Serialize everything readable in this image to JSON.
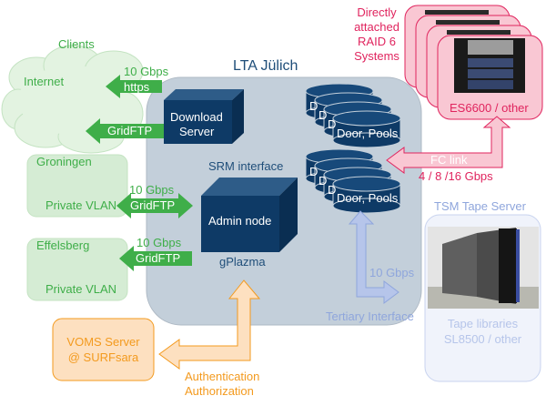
{
  "title": "LTA Jülich",
  "colors": {
    "green": "#3fae49",
    "light_green": "#d5ecd4",
    "navy": "#0e3a66",
    "lta_box": "#c3cfda",
    "pink": "#e0245e",
    "light_pink": "#f9c7d3",
    "blue": "#8fa6dc",
    "light_blue": "#b6c5ea",
    "orange": "#f39a1e",
    "light_orange": "#fde0c0"
  },
  "clients": {
    "heading": "Clients",
    "cloud_label": "Internet",
    "links": [
      {
        "speed": "10 Gbps",
        "protocol": "https"
      },
      {
        "protocol": "GridFTP"
      }
    ]
  },
  "sites": [
    {
      "name": "Groningen",
      "network": "Private VLAN",
      "speed": "10 Gbps",
      "protocol": "GridFTP",
      "direction": "bidirectional"
    },
    {
      "name": "Effelsberg",
      "network": "Private VLAN",
      "speed": "10 Gbps",
      "protocol": "GridFTP",
      "direction": "outbound"
    }
  ],
  "lta": {
    "download_server": "Download Server",
    "download_server_lines": [
      "Download",
      "Server"
    ],
    "srm_interface": "SRM interface",
    "admin_node": "Admin node",
    "gplazma": "gPlazma",
    "pool_label": "Door, Pools",
    "pool_stub": "D",
    "tertiary_interface": "Tertiary Interface",
    "tertiary_speed": "10 Gbps"
  },
  "raid": {
    "label_lines": [
      "Directly",
      "attached",
      "RAID 6",
      "Systems"
    ],
    "model": "ES6600 / other",
    "link_label": "FC link",
    "link_speed": "4 / 8 /16 Gbps"
  },
  "tape": {
    "heading": "TSM Tape Server",
    "label_lines": [
      "Tape libraries",
      "SL8500 / other"
    ]
  },
  "voms": {
    "label_lines": [
      "VOMS Server",
      "@ SURFsara"
    ],
    "auth_lines": [
      "Authentication",
      "Authorization"
    ]
  }
}
